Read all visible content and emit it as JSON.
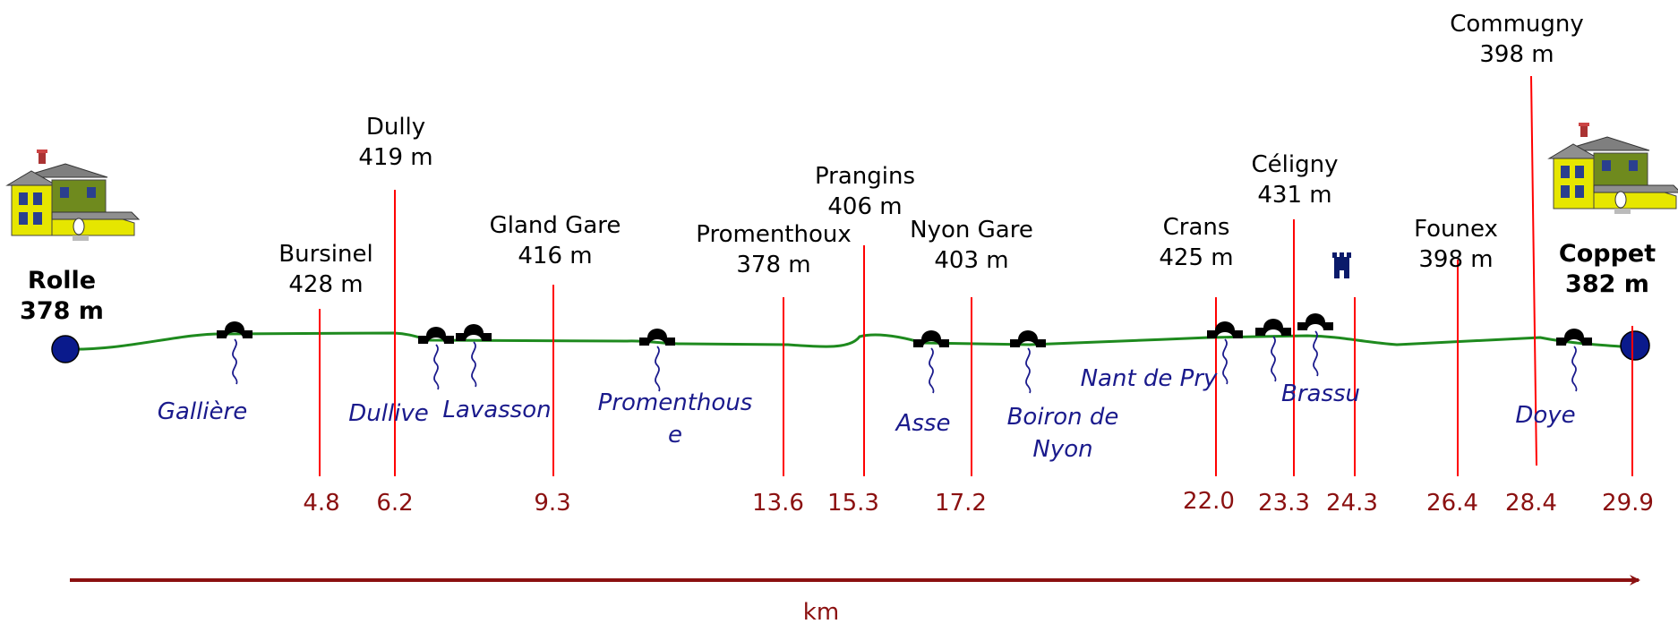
{
  "title": "",
  "colors": {
    "track": "#1e8a1e",
    "station_line": "#ff0000",
    "km_text": "#8b1010",
    "axis": "#8b1010",
    "river_text": "#1a1a8c",
    "terminal_dot": "#0a1a8c",
    "station_text": "#000000"
  },
  "axis": {
    "label": "km",
    "range": [
      0,
      29.9
    ]
  },
  "terminals": [
    {
      "name": "Rolle",
      "alt": "378 m",
      "km": 0,
      "icon": "house-icon"
    },
    {
      "name": "Coppet",
      "alt": "382 m",
      "km": 29.9,
      "icon": "house-icon"
    }
  ],
  "stations": [
    {
      "name": "Bursinel",
      "alt": "428 m",
      "km_label": "4.8"
    },
    {
      "name": "Dully",
      "alt": "419 m",
      "km_label": "6.2"
    },
    {
      "name": "Gland Gare",
      "alt": "416 m",
      "km_label": "9.3"
    },
    {
      "name": "Promenthoux",
      "alt": "378 m",
      "km_label": "13.6"
    },
    {
      "name": "Prangins",
      "alt": "406 m",
      "km_label": "15.3"
    },
    {
      "name": "Nyon Gare",
      "alt": "403 m",
      "km_label": "17.2"
    },
    {
      "name": "Crans",
      "alt": "425 m",
      "km_label": "22.0"
    },
    {
      "name": "Céligny",
      "alt": "431 m",
      "km_label": "23.3"
    },
    {
      "name": "",
      "alt": "",
      "km_label": "24.3",
      "icon": "castle-icon"
    },
    {
      "name": "Founex",
      "alt": "398 m",
      "km_label": "26.4"
    },
    {
      "name": "Commugny",
      "alt": "398 m",
      "km_label": "28.4"
    },
    {
      "name": "",
      "alt": "",
      "km_label": "29.9"
    }
  ],
  "rivers": [
    {
      "lines": [
        "Gallière"
      ],
      "icon": "bridge-river-icon"
    },
    {
      "lines": [
        "Dullive"
      ],
      "icon": "bridge-river-icon"
    },
    {
      "lines": [
        "Lavasson"
      ],
      "icon": "bridge-river-icon"
    },
    {
      "lines": [
        "Promenthous",
        "e"
      ],
      "icon": "bridge-river-icon"
    },
    {
      "lines": [
        "Asse"
      ],
      "icon": "bridge-river-icon"
    },
    {
      "lines": [
        "Boiron de",
        "Nyon"
      ],
      "icon": "bridge-river-icon"
    },
    {
      "lines": [
        "Nant de Pry"
      ],
      "icon": "bridge-river-icon"
    },
    {
      "lines": [
        ""
      ],
      "icon": "bridge-river-icon"
    },
    {
      "lines": [
        "Brassu"
      ],
      "icon": "bridge-river-icon"
    },
    {
      "lines": [
        "Doye"
      ],
      "icon": "bridge-river-icon"
    }
  ]
}
